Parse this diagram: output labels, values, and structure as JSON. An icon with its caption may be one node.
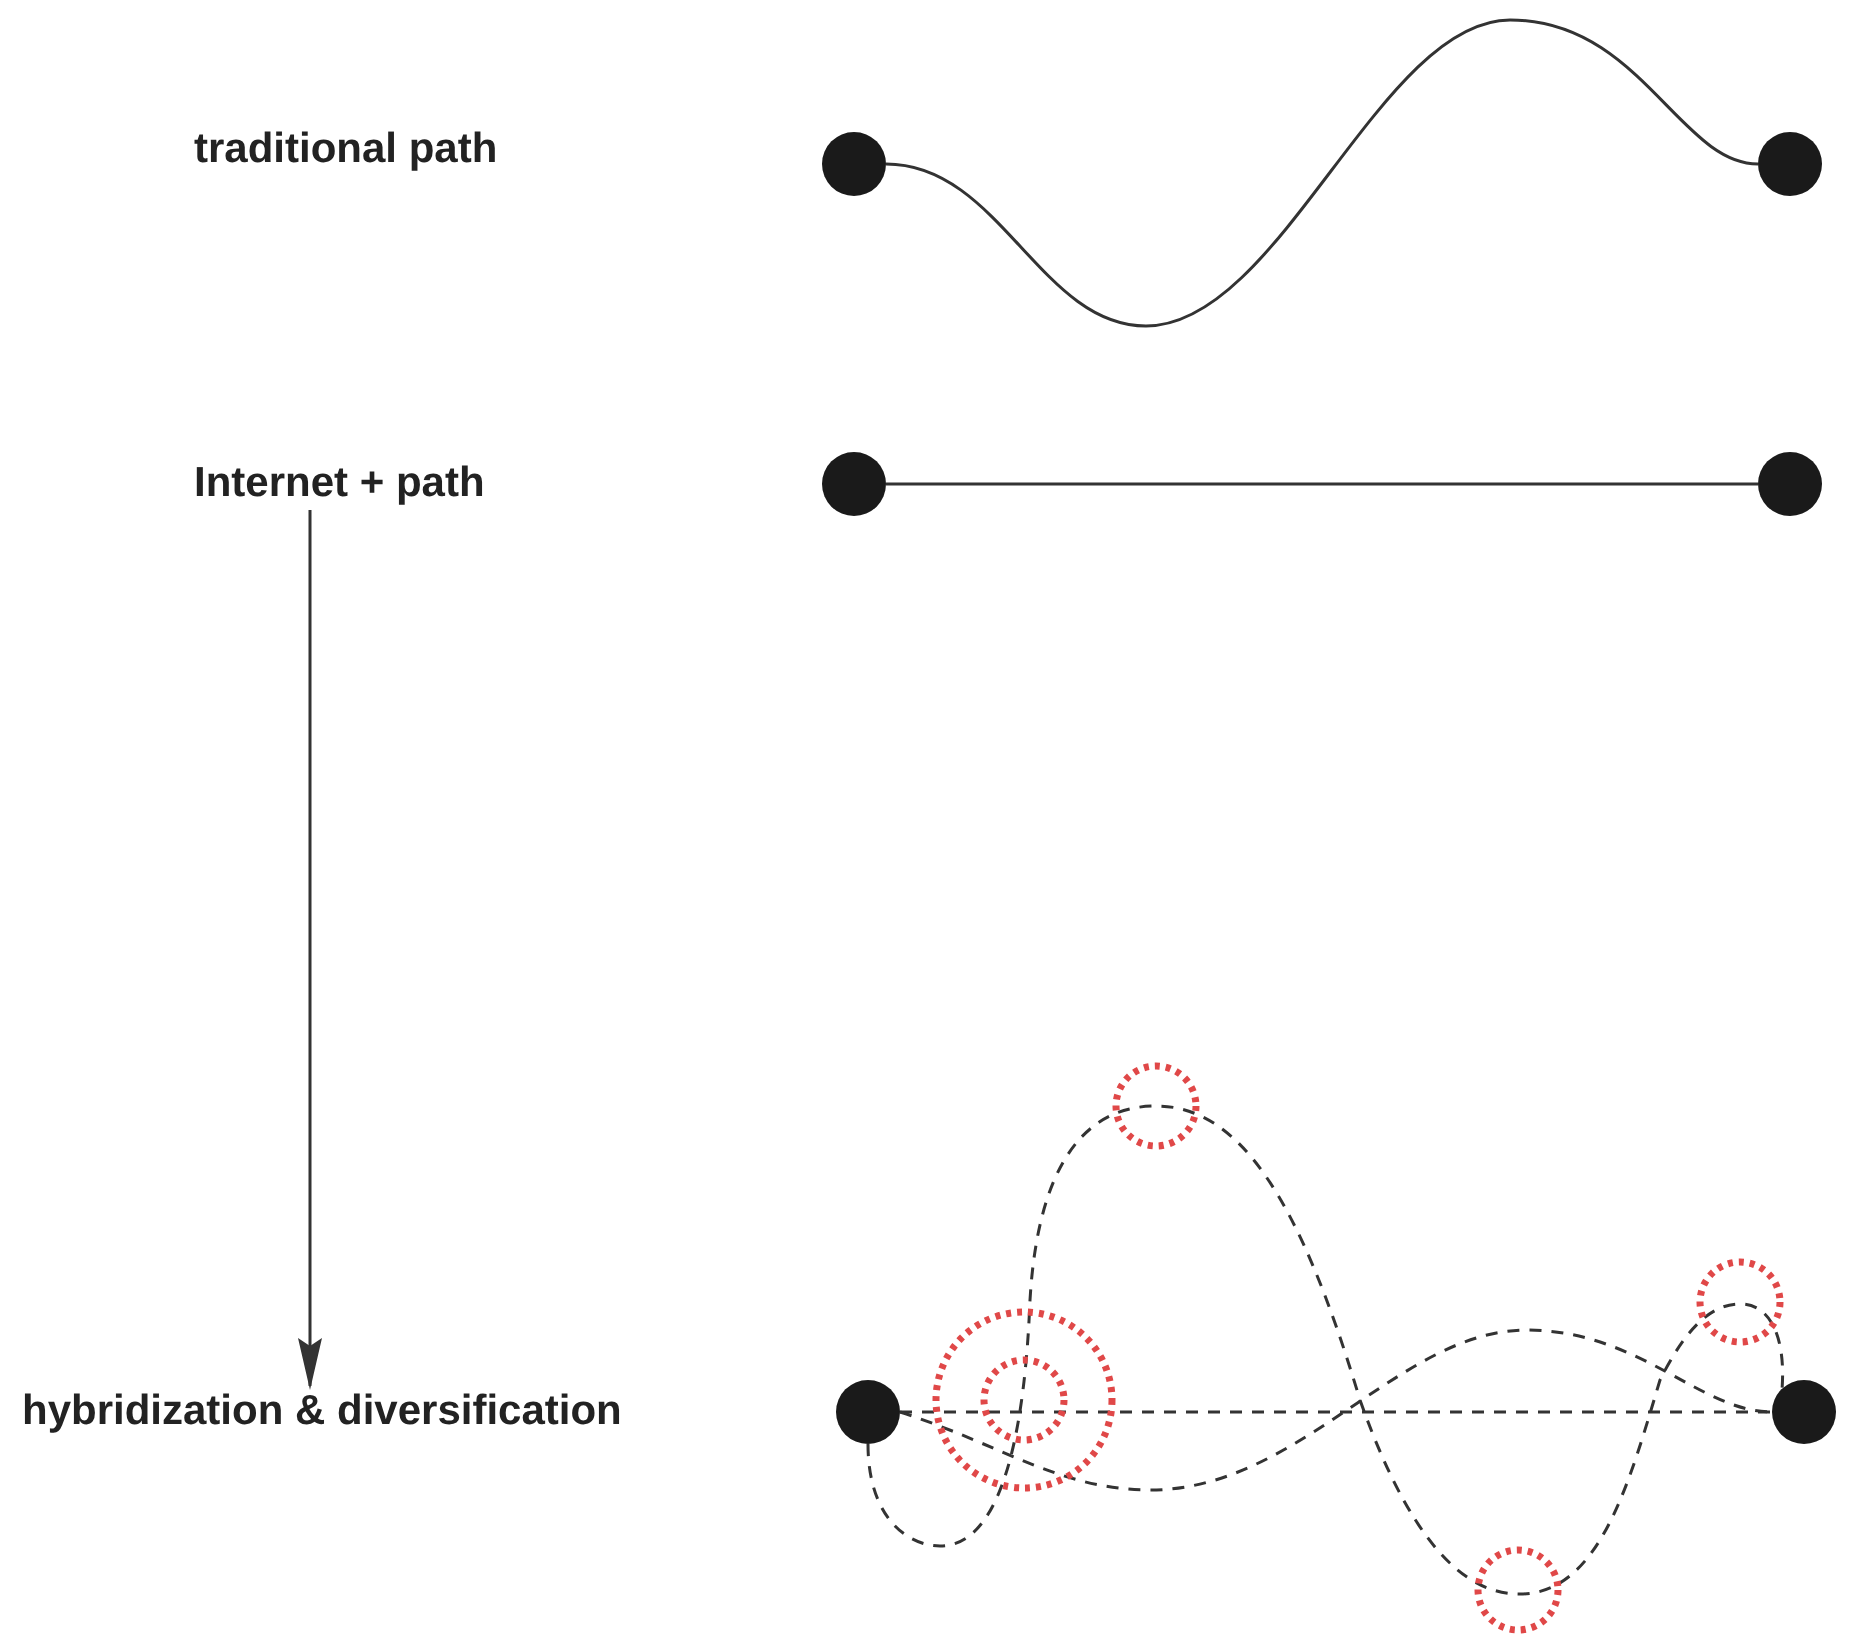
{
  "diagram": {
    "nodes": [
      {
        "text": [
          "traditional path"
        ]
      },
      {
        "text": [],
        "shape": "circle"
      },
      {
        "text": [],
        "shape": "circle"
      },
      {
        "text": [
          "Internet + path"
        ]
      },
      {
        "text": [],
        "shape": "circle"
      },
      {
        "text": [],
        "shape": "circle"
      },
      {
        "text": [
          "hybridization & diversification"
        ]
      },
      {
        "text": [],
        "shape": "circle"
      },
      {
        "text": [],
        "shape": "circle"
      }
    ],
    "edges": [
      {
        "from": 1,
        "to": 2,
        "arrow": "none"
      },
      {
        "from": 4,
        "to": 5,
        "arrow": "none"
      },
      {
        "from": 3,
        "to": 6,
        "arrow": "to"
      },
      {
        "from": 7,
        "to": 8,
        "arrow": "none",
        "style": "dashed"
      },
      {
        "from": 7,
        "to": 8,
        "arrow": "none",
        "style": "dashed"
      },
      {
        "from": 7,
        "to": 8,
        "arrow": "none",
        "style": "dashed"
      }
    ]
  }
}
